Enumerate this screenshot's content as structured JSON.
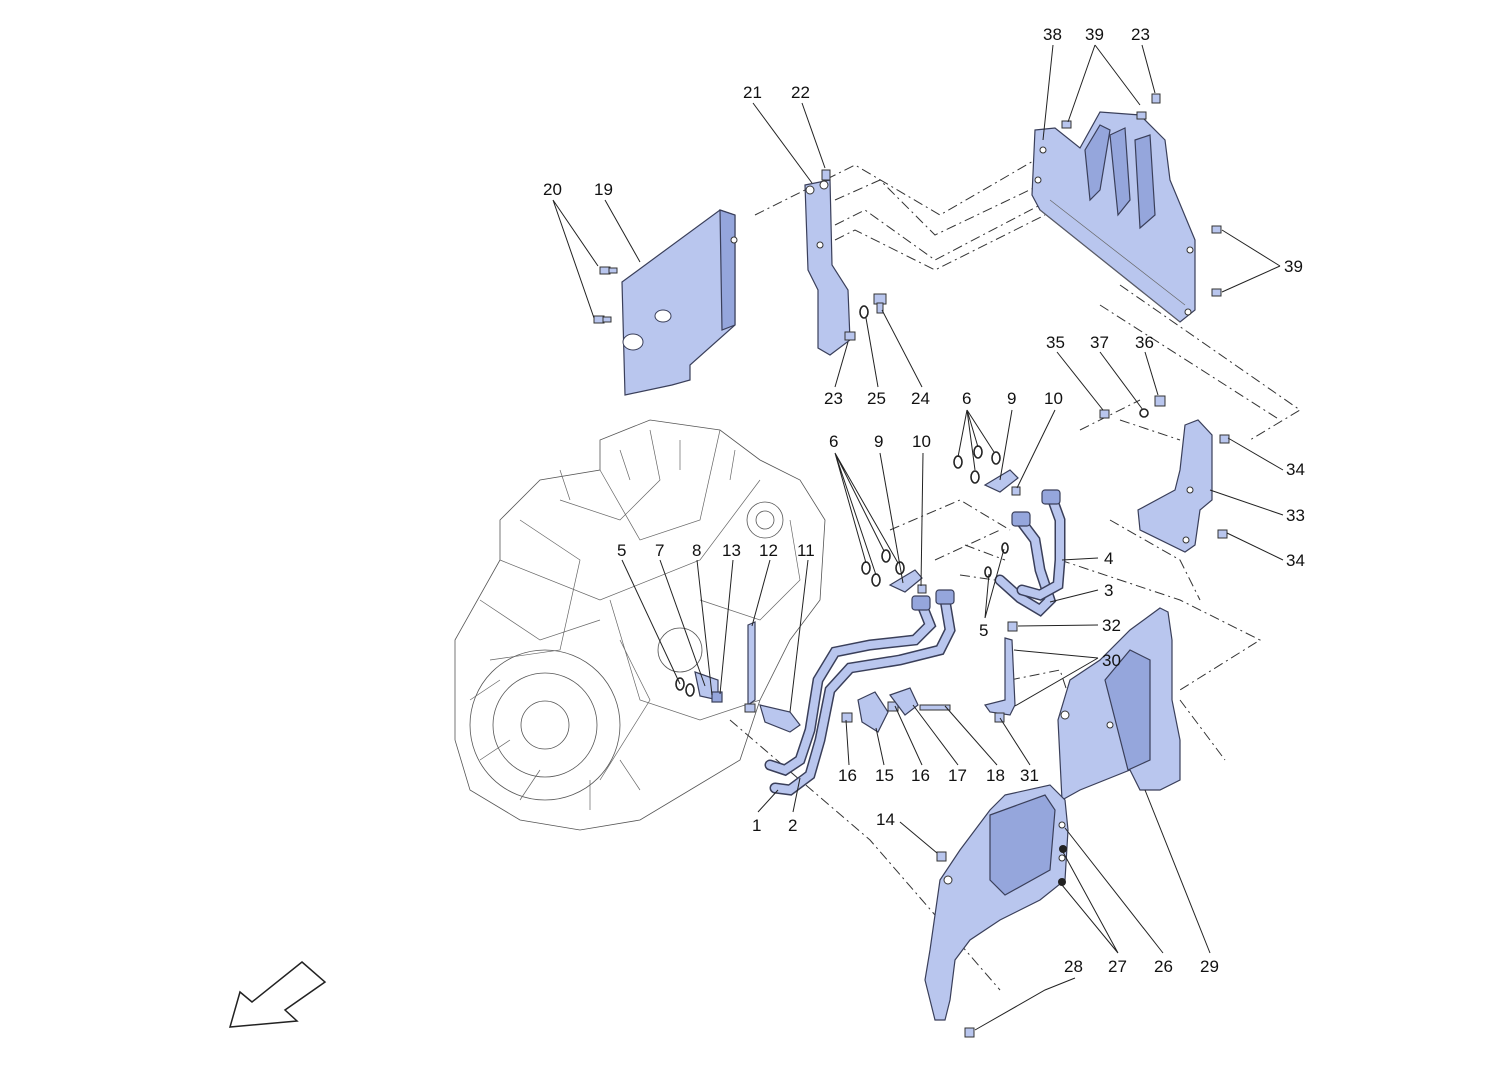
{
  "diagram": {
    "callouts": [
      {
        "id": "c38",
        "text": "38"
      },
      {
        "id": "c39a",
        "text": "39"
      },
      {
        "id": "c23a",
        "text": "23"
      },
      {
        "id": "c21",
        "text": "21"
      },
      {
        "id": "c22",
        "text": "22"
      },
      {
        "id": "c20",
        "text": "20"
      },
      {
        "id": "c19",
        "text": "19"
      },
      {
        "id": "c39b",
        "text": "39"
      },
      {
        "id": "c23b",
        "text": "23"
      },
      {
        "id": "c25",
        "text": "25"
      },
      {
        "id": "c24",
        "text": "24"
      },
      {
        "id": "c35",
        "text": "35"
      },
      {
        "id": "c37",
        "text": "37"
      },
      {
        "id": "c36",
        "text": "36"
      },
      {
        "id": "c6a",
        "text": "6"
      },
      {
        "id": "c9a",
        "text": "9"
      },
      {
        "id": "c10a",
        "text": "10"
      },
      {
        "id": "c6b",
        "text": "6"
      },
      {
        "id": "c9b",
        "text": "9"
      },
      {
        "id": "c10b",
        "text": "10"
      },
      {
        "id": "c34a",
        "text": "34"
      },
      {
        "id": "c33",
        "text": "33"
      },
      {
        "id": "c34b",
        "text": "34"
      },
      {
        "id": "c5a",
        "text": "5"
      },
      {
        "id": "c7",
        "text": "7"
      },
      {
        "id": "c8",
        "text": "8"
      },
      {
        "id": "c13",
        "text": "13"
      },
      {
        "id": "c12",
        "text": "12"
      },
      {
        "id": "c11",
        "text": "11"
      },
      {
        "id": "c4",
        "text": "4"
      },
      {
        "id": "c3",
        "text": "3"
      },
      {
        "id": "c5b",
        "text": "5"
      },
      {
        "id": "c32",
        "text": "32"
      },
      {
        "id": "c30",
        "text": "30"
      },
      {
        "id": "c16a",
        "text": "16"
      },
      {
        "id": "c15",
        "text": "15"
      },
      {
        "id": "c16b",
        "text": "16"
      },
      {
        "id": "c17",
        "text": "17"
      },
      {
        "id": "c18",
        "text": "18"
      },
      {
        "id": "c31",
        "text": "31"
      },
      {
        "id": "c1",
        "text": "1"
      },
      {
        "id": "c2",
        "text": "2"
      },
      {
        "id": "c14",
        "text": "14"
      },
      {
        "id": "c28",
        "text": "28"
      },
      {
        "id": "c27",
        "text": "27"
      },
      {
        "id": "c26",
        "text": "26"
      },
      {
        "id": "c29",
        "text": "29"
      }
    ]
  }
}
